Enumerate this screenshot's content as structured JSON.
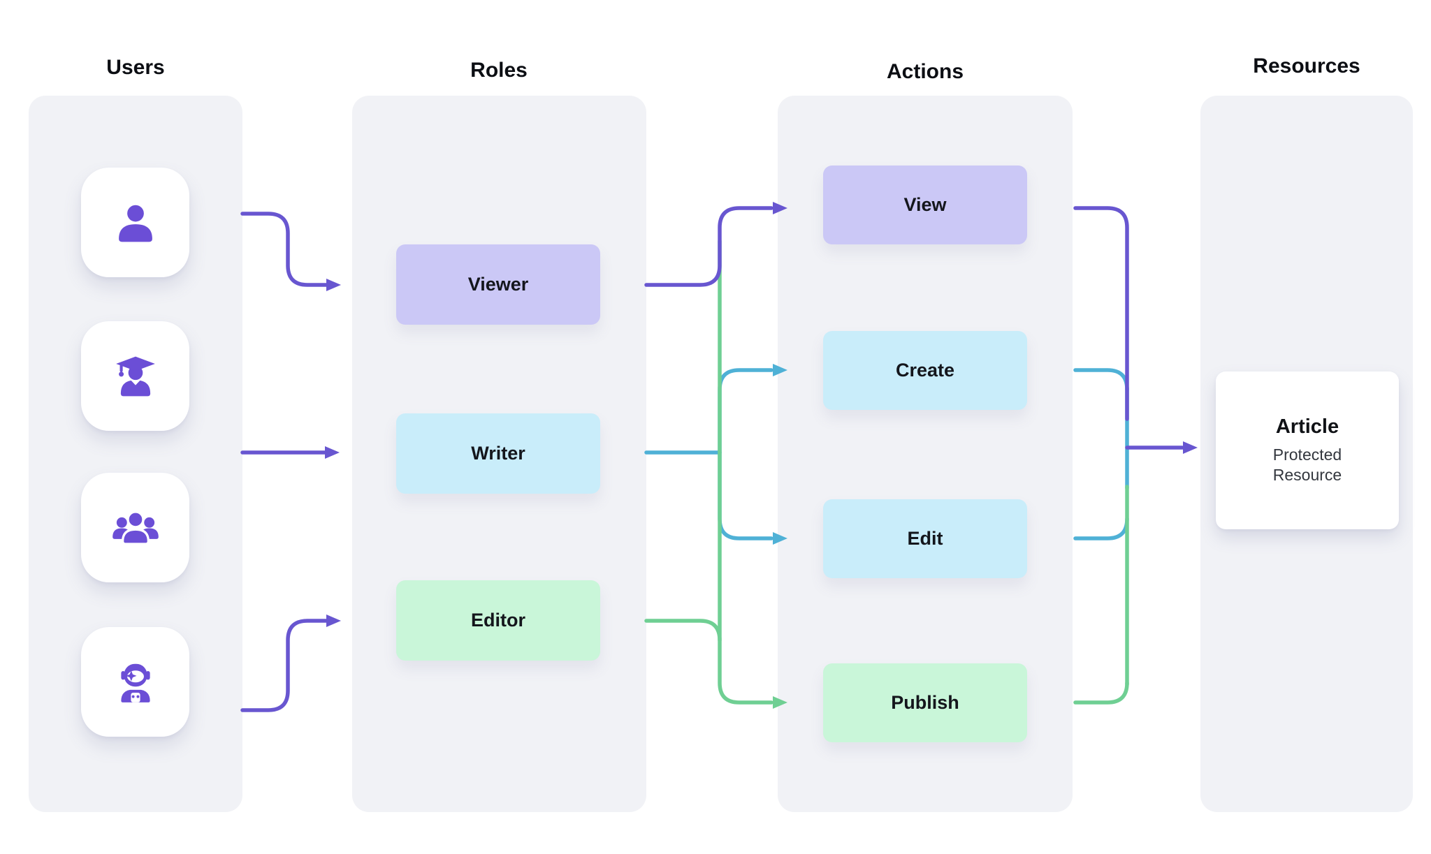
{
  "columns": [
    {
      "title": "Users"
    },
    {
      "title": "Roles"
    },
    {
      "title": "Actions"
    },
    {
      "title": "Resources"
    }
  ],
  "users": {
    "items": [
      {
        "icon": "user"
      },
      {
        "icon": "user-graduate"
      },
      {
        "icon": "users-group"
      },
      {
        "icon": "user-astronaut"
      }
    ]
  },
  "roles": {
    "items": [
      {
        "label": "Viewer",
        "color": "#cbc8f6"
      },
      {
        "label": "Writer",
        "color": "#c9edfa"
      },
      {
        "label": "Editor",
        "color": "#c9f6d9"
      }
    ]
  },
  "actions": {
    "items": [
      {
        "label": "View",
        "color": "#cbc8f6"
      },
      {
        "label": "Create",
        "color": "#c9edfa"
      },
      {
        "label": "Edit",
        "color": "#c9edfa"
      },
      {
        "label": "Publish",
        "color": "#c9f6d9"
      }
    ]
  },
  "resource": {
    "title": "Article",
    "subtitle": "Protected Resource"
  },
  "edges": [
    {
      "from": "user-1",
      "to": "Viewer",
      "color": "purple"
    },
    {
      "from": "users",
      "to": "Writer",
      "color": "purple"
    },
    {
      "from": "user-4",
      "to": "Editor",
      "color": "purple"
    },
    {
      "from": "Viewer",
      "to": "View",
      "color": "purple"
    },
    {
      "from": "Writer",
      "to": "Create",
      "color": "teal"
    },
    {
      "from": "Writer",
      "to": "Edit",
      "color": "teal"
    },
    {
      "from": "Editor",
      "to": "View",
      "color": "green"
    },
    {
      "from": "Editor",
      "to": "Publish",
      "color": "green"
    },
    {
      "from": "View",
      "to": "Article",
      "color": "purple"
    },
    {
      "from": "Create",
      "to": "Article",
      "color": "teal"
    },
    {
      "from": "Edit",
      "to": "Article",
      "color": "teal"
    },
    {
      "from": "Publish",
      "to": "Article",
      "color": "green"
    }
  ],
  "palette": {
    "arrow_purple": "#6856d0",
    "arrow_teal": "#4fb1d6",
    "arrow_green": "#6fcf93",
    "icon_purple": "#6b4ed6",
    "panel_gray": "#f1f2f6",
    "box_purple": "#cbc8f6",
    "box_cyan": "#c9edfa",
    "box_green": "#c9f6d9"
  }
}
